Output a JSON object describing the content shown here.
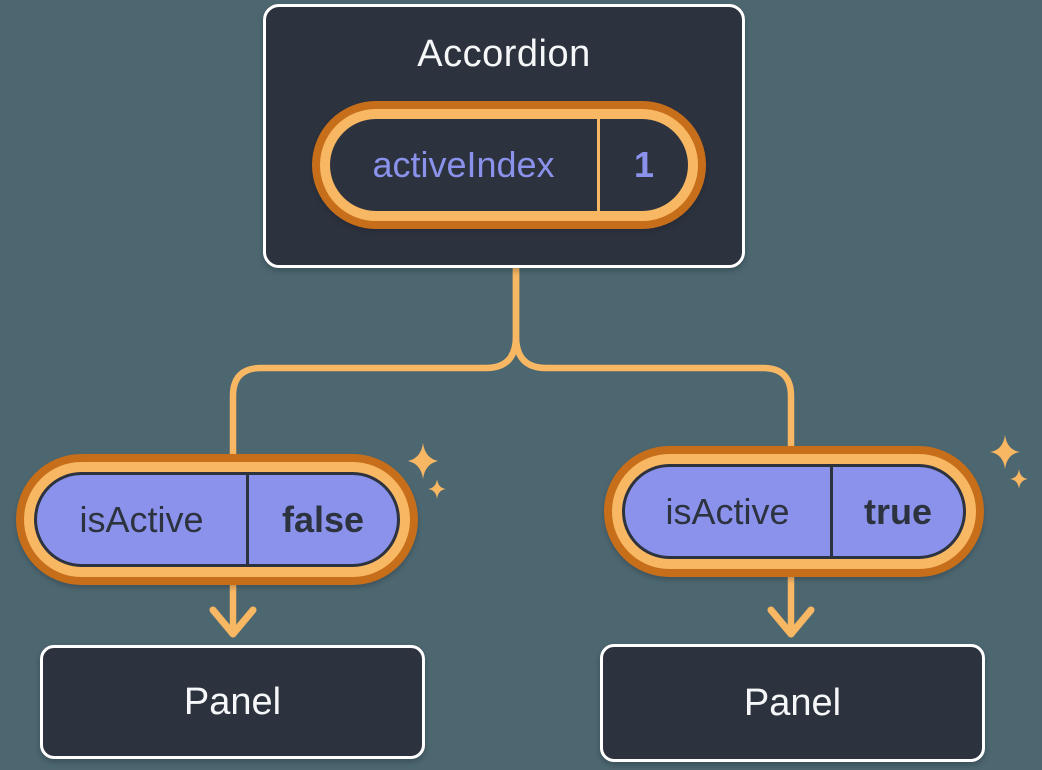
{
  "icons": {
    "sparkle_icon": "✦"
  },
  "colors": {
    "background": "#4D6770",
    "node_fill": "#2D333E",
    "node_border": "#FFFFFF",
    "accent_orange_dark": "#C76E1A",
    "accent_orange_light": "#F8B763",
    "prop_purple": "#8A92EC",
    "text_light": "#F6F7F9",
    "text_dark": "#2D333E"
  },
  "diagram": {
    "root": {
      "title": "Accordion",
      "state_pill": {
        "label": "activeIndex",
        "value": "1"
      }
    },
    "branches": [
      {
        "prop_pill": {
          "label": "isActive",
          "value": "false"
        },
        "panel_label": "Panel"
      },
      {
        "prop_pill": {
          "label": "isActive",
          "value": "true"
        },
        "panel_label": "Panel"
      }
    ]
  }
}
